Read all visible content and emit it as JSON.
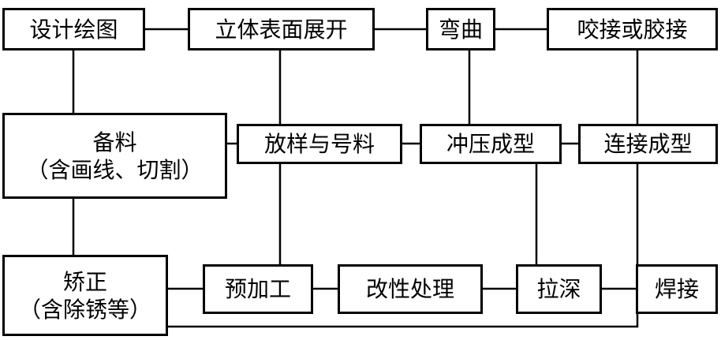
{
  "diagram": {
    "nodes": {
      "design": "设计绘图",
      "unfold": "立体表面展开",
      "bend": "弯曲",
      "joint": "咬接或胶接",
      "prep_title": "备料",
      "prep_note": "（含画线、切割）",
      "layout": "放样与号料",
      "stamp": "冲压成型",
      "connect": "连接成型",
      "straighten_title": "矫正",
      "straighten_note": "（含除锈等）",
      "preprocess": "预加工",
      "modify": "改性处理",
      "draw": "拉深",
      "weld": "焊接"
    }
  }
}
